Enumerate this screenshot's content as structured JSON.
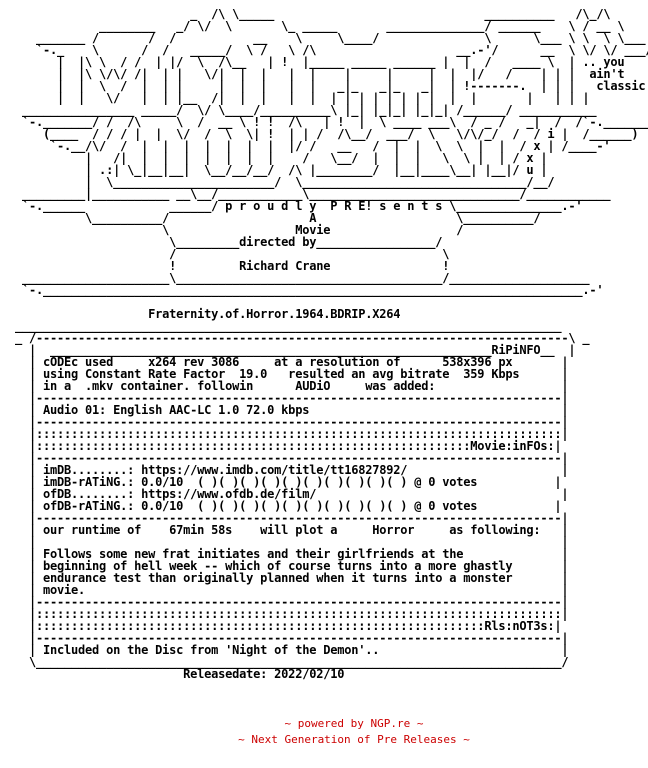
{
  "nfo_text": "                          _  /\\ \\_____                              __________   /\\_/\\\n             ________   _/ \\/  \\       \\_ _____       ______________/ ______    \\ / __ \\\n    _______ /       /  /           __    \\     \\____/               \\      \\___ \\ \\  \\ \\___\n    `-._    \\      /  /   _____/  \\ /   \\ /\\                    __.-'/      __  \\ \\/ \\/ ___/\n       |  |\\ \\  / /  | |/  \\  /\\__   | !  |_____ _____ ______ |  |  /   ____ \\  | .. you\n       |  |\\ \\/\\/ /|  | |   \\/|  |  |   |  |    |     |     |  |  |/   /    | | |  ain't\n       |  |  \\  /  |  | |     |  |  |   |  |   _|_   _|_   _|  | !-------.  | | |   classic!\n       |  |   \\/   |  | |__  /|  |  |   |  |  | | | | | | | |  |  |       |   | | |\n  ________________ _____/  \\/ \\____/__________\\ |_| |_|_| |_|_| /______/ ___________\n  `-._______/ /  /\\     \\  /  __ \\ ! !  /\\   | !  |  \\ ____ ___\\  / _ /   _|  /  /`-.________,\n     (____  / / / |  |  \\/  /  \\  \\| !  | | /  /\\__/  ___/  \\   \\/\\/_/  /  / i |  /______)\n      `-.__/\\/  /  |  |  |  |  |  |  |  |/ /   __   /  |  |  \\  \\  |  |  / x | /____-'\n           |   /|  |  |  |  |  |  |  |    /   \\__/  |  |  |   \\  \\ |  | / x |\n           | .:| \\_|__|__|  \\__/__/__/  /\\ |________/  |__|____\\__| |__|/ u |\n           |  \\_______________________/  \\________________________________/__/\n  _________|___________ __\\__/____________\\______________________________/____________\n  `-.______            ______/ p r o u d l y  P R E! s e n t s \\_______________.-'\n           \\__________/                    A                    \\__________/\n                      \\                  Movie                  /\n                       \\_________directed by_________________/\n                       /                                      \\\n                       !         Richard Crane                !\n  _____________________\\______________________________________/____________________\n  `-._____________________________________________________________________________.-'\n\n                    Fraternity.of.Horror.1964.BDRIP.X264\n ______________________________________________________________________________\n _ /----------------------------------------------------------------------------\\ _\n   |  _______________________________________________________________RiPiNFO__  |\n   | cODEc used     x264 rev 3086     at a resolution of      538x396 px       |\n   | using Constant Rate Factor  19.0   resulted an avg bitrate  359 Kbps      |\n   | in a  .mkv container. followin      AUDiO     was added:                  |\n   |---------------------------------------------------------------------------|\n   | Audio 01: English AAC-LC 1.0 72.0 kbps                                    |\n   |---------------------------------------------------------------------------|\n   |:::::::::::::::::::::::::::::::::::::::::::::::::::::::::::::::::::::::::::|\n   |::::::::::::::::::::::::::::::::::::::::::::::::::::::::::::::Movie:inFOs:|\n   |---------------------------------------------------------------------------|\n   | imDB........: https://www.imdb.com/title/tt16827892/                      |\n   | imDB-rATiNG.: 0.0/10  ( )( )( )( )( )( )( )( )( )( ) @ 0 votes           |\n   | ofDB........: https://www.ofdb.de/film/                                   |\n   | ofDB-rATiNG.: 0.0/10  ( )( )( )( )( )( )( )( )( )( ) @ 0 votes           |\n   |---------------------------------------------------------------------------|\n   | our runtime of    67min 58s    will plot a     Horror     as following:   |\n   |                                                                           |\n   | Follows some new frat initiates and their girlfriends at the              |\n   | beginning of hell week -- which of course turns into a more ghastly       |\n   | endurance test than originally planned when it turns into a monster       |\n   | movie.                                                                    |\n   |---------------------------------------------------------------------------|\n   |:::::::::::::::::::::::::::::::::::::::::::::::::::::::::::::::::::::::::::|\n   |::::::::::::::::::::::::::::::::::::::::::::::::::::::::::::::::Rls:nOT3s:|\n   |---------------------------------------------------------------------------|\n   | Included on the Disc from 'Night of the Demon'..                          |\n   \\___________________________________________________________________________/\n                         Releasedate: 2022/02/10",
  "footer": {
    "line1": "~ powered by NGP.re ~",
    "line2": "~ Next Generation of Pre Releases ~"
  }
}
